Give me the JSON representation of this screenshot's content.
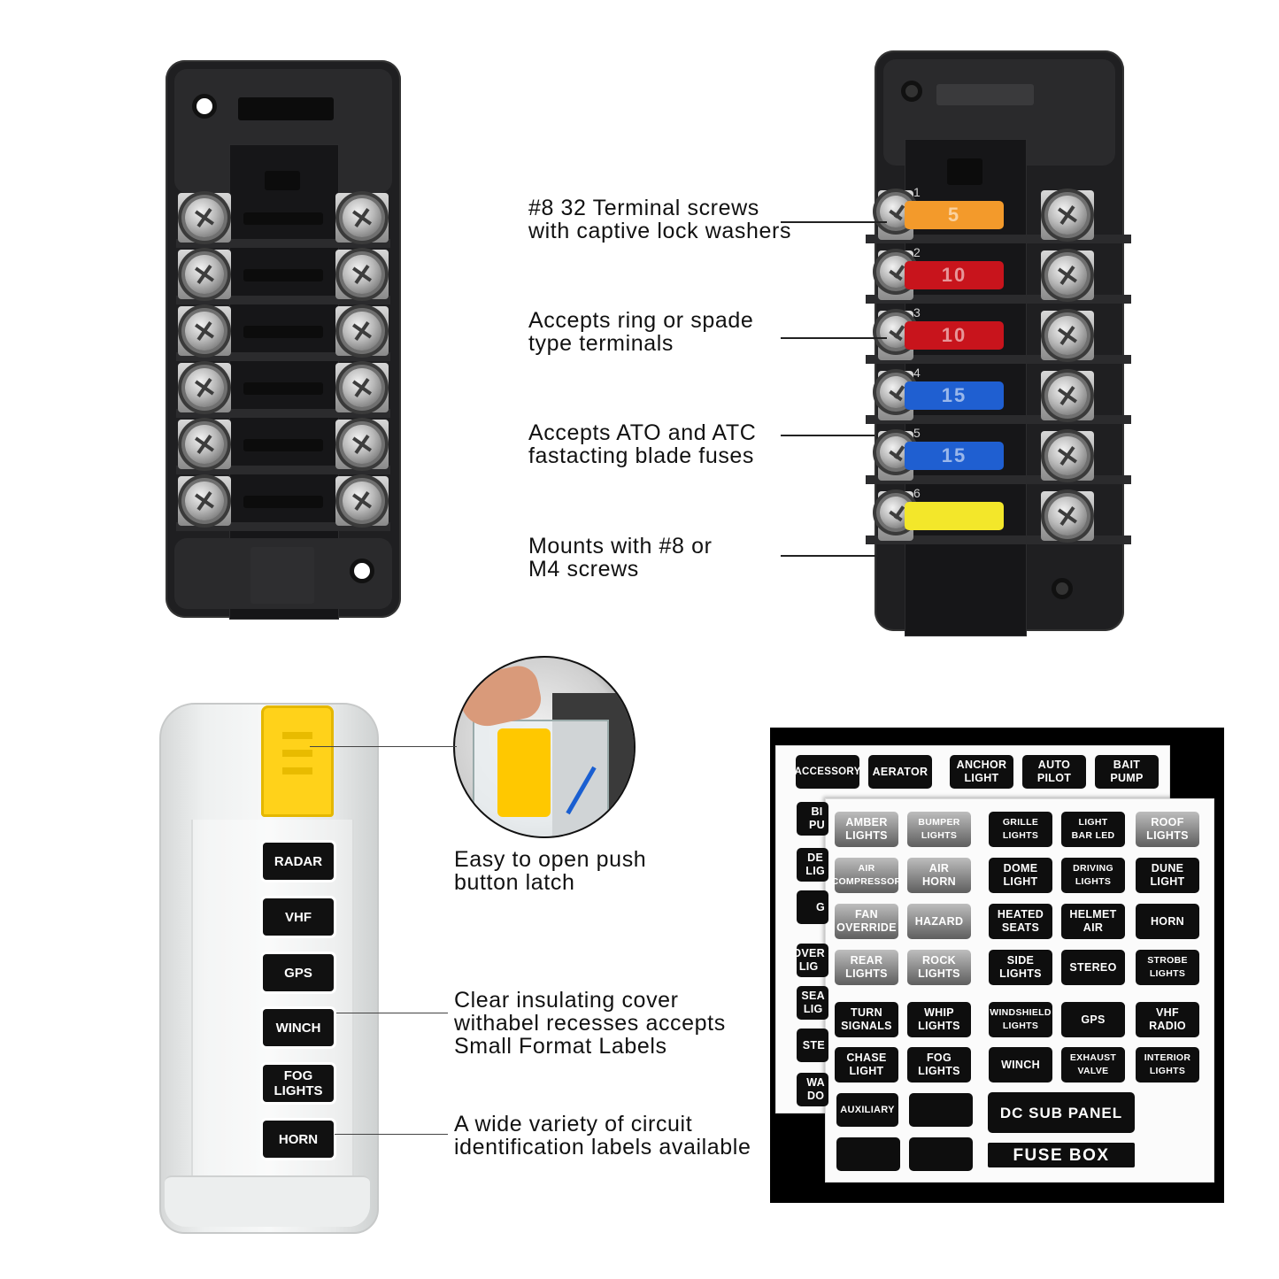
{
  "callouts": {
    "terminal": [
      "#8 32 Terminal screws",
      "with captive lock washers"
    ],
    "ring": [
      "Accepts ring or spade",
      "type terminals"
    ],
    "ato": [
      "Accepts ATO and ATC",
      "fastacting blade fuses"
    ],
    "mount": [
      "Mounts with #8 or",
      "M4 screws"
    ],
    "latch": [
      "Easy to open push",
      "button latch"
    ],
    "cover": [
      "Clear insulating cover",
      "withabel recesses accepts",
      "Small Format Labels"
    ],
    "variety": [
      "A wide variety of circuit",
      "identification labels available"
    ]
  },
  "fuses": [
    {
      "num": "1",
      "rating": "5",
      "color": "#f39a2b"
    },
    {
      "num": "2",
      "rating": "10",
      "color": "#c8141c"
    },
    {
      "num": "3",
      "rating": "10",
      "color": "#c8141c"
    },
    {
      "num": "4",
      "rating": "15",
      "color": "#1f5fd1"
    },
    {
      "num": "5",
      "rating": "15",
      "color": "#1f5fd1"
    },
    {
      "num": "6",
      "rating": "",
      "color": "#f3e72a"
    }
  ],
  "cover_labels": [
    "RADAR",
    "VHF",
    "GPS",
    "WINCH",
    "FOG\nLIGHTS",
    "HORN"
  ],
  "back_sheet_labels": [
    "ACCESSORY",
    "AERATOR",
    "ANCHOR\nLIGHT",
    "AUTO\nPILOT",
    "BAIT\nPUMP"
  ],
  "back_sheet_partial": [
    "BI\nPU",
    "DE\nLIG",
    "G",
    "OVER\nLIG",
    "SEA\nLIG",
    "STE",
    "WA\nDO"
  ],
  "front_sheet_labels": [
    [
      "AMBER\nLIGHTS",
      "BUMPER\nLIGHTS",
      "GRILLE\nLIGHTS",
      "LIGHT\nBAR LED",
      "ROOF\nLIGHTS"
    ],
    [
      "AIR\nCOMPRESSOR",
      "AIR\nHORN",
      "DOME\nLIGHT",
      "DRIVING\nLIGHTS",
      "DUNE\nLIGHT"
    ],
    [
      "FAN\nOVERRIDE",
      "HAZARD",
      "HEATED\nSEATS",
      "HELMET\nAIR",
      "HORN"
    ],
    [
      "REAR\nLIGHTS",
      "ROCK\nLIGHTS",
      "SIDE\nLIGHTS",
      "STEREO",
      "STROBE\nLIGHTS"
    ],
    [
      "TURN\nSIGNALS",
      "WHIP\nLIGHTS",
      "WINDSHIELD\nLIGHTS",
      "GPS",
      "VHF\nRADIO"
    ],
    [
      "CHASE\nLIGHT",
      "FOG\nLIGHTS",
      "WINCH",
      "EXHAUST\nVALVE",
      "INTERIOR\nLIGHTS"
    ]
  ],
  "front_sheet_bottom": [
    "AUXILIARY",
    "DC SUB PANEL",
    "FUSE BOX"
  ]
}
